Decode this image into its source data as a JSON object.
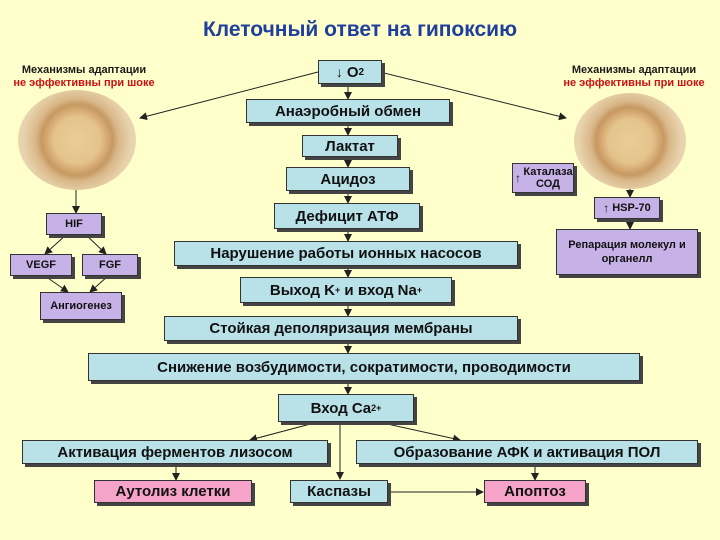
{
  "title": "Клеточный ответ на гипоксию",
  "left_note": {
    "line1": "Механизмы адаптации",
    "line2": "не эффективны при шоке"
  },
  "right_note": {
    "line1": "Механизмы адаптации",
    "line2": "не эффективны при шоке"
  },
  "chain": {
    "o2": "O",
    "o2_sub": "2",
    "anaerobic": "Анаэробный обмен",
    "lactate": "Лактат",
    "acidosis": "Ацидоз",
    "atp_deficit": "Дефицит АТФ",
    "ion_pumps": "Нарушение работы ионных насосов",
    "k_na_a": "Выход K",
    "k_na_b": " и вход Na",
    "k_na_sup": "+",
    "depolarization": "Стойкая деполяризация мембраны",
    "excitability": "Снижение возбудимости, сократимости, проводимости",
    "ca_entry": "Вход Ca",
    "ca_sup": "2+",
    "lysosome": "Активация ферментов лизосом",
    "afk": "Образование АФК и активация ПОЛ",
    "autolysis": "Аутолиз клетки",
    "caspases": "Каспазы",
    "apoptosis": "Апоптоз"
  },
  "left_branch": {
    "hif": "HIF",
    "vegf": "VEGF",
    "fgf": "FGF",
    "angiogenesis": "Ангиогенез"
  },
  "right_branch": {
    "catalase": "Каталаза СОД",
    "hsp": "HSP-70",
    "repair": "Репарация молекул и органелл"
  },
  "colors": {
    "title": "#1f3f9c",
    "warning": "#cc1111",
    "blue_box": "#b9e2e8",
    "pink_box": "#f5a3c8",
    "violet_box": "#c7b2e8",
    "background": "#ffffcc"
  },
  "icons": {
    "up_arrow": "↑",
    "down_arrow": "↓"
  }
}
